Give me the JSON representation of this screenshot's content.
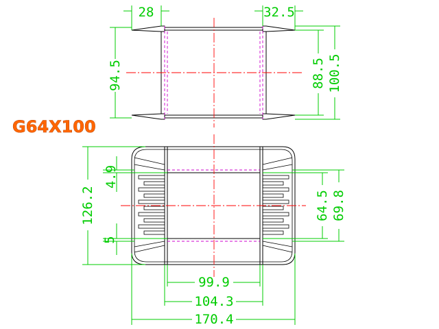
{
  "model_label": "G64X100",
  "colors": {
    "dimension": "#00cc00",
    "center_line": "#ff0000",
    "hidden_line": "#cc00cc",
    "outline": "#000000",
    "label": "#ff6600"
  },
  "top_view": {
    "dims": {
      "flange_left": "28",
      "flange_right": "32.5",
      "height_left": "94.5",
      "height_inner": "88.5",
      "height_outer": "100.5"
    }
  },
  "front_view": {
    "dims": {
      "height_total": "126.2",
      "top_offset": "4.9",
      "bottom_offset": "5",
      "inner_height": "64.5",
      "outer_height": "69.8",
      "window_width": "99.9",
      "core_width": "104.3",
      "total_width": "170.4"
    }
  }
}
